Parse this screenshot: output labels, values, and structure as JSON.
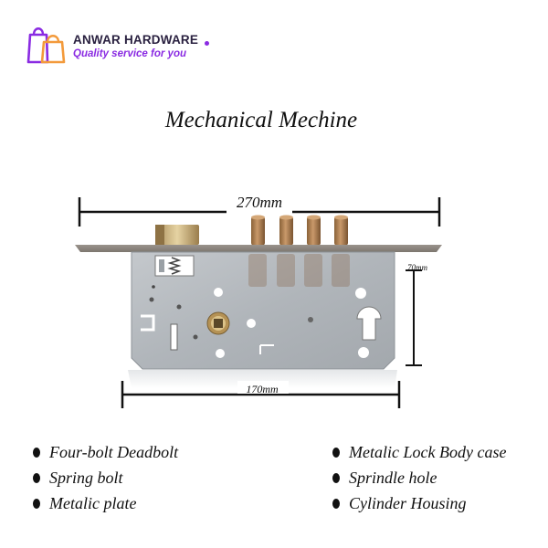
{
  "brand": {
    "name": "ANWAR HARDWARE",
    "tagline": "Quality service for you",
    "accent_color": "#8a2be2",
    "secondary_color": "#f39a3b",
    "icon": "shopping-bags-icon"
  },
  "title": "Mechanical Mechine",
  "dimensions": {
    "overall_length": "270mm",
    "body_height": "70mm",
    "body_width": "170mm"
  },
  "features": {
    "left": [
      "Four-bolt Deadbolt",
      "Spring bolt",
      "Metalic plate"
    ],
    "right": [
      "Metalic Lock Body case",
      "Sprindle hole",
      "Cylinder Housing"
    ]
  }
}
